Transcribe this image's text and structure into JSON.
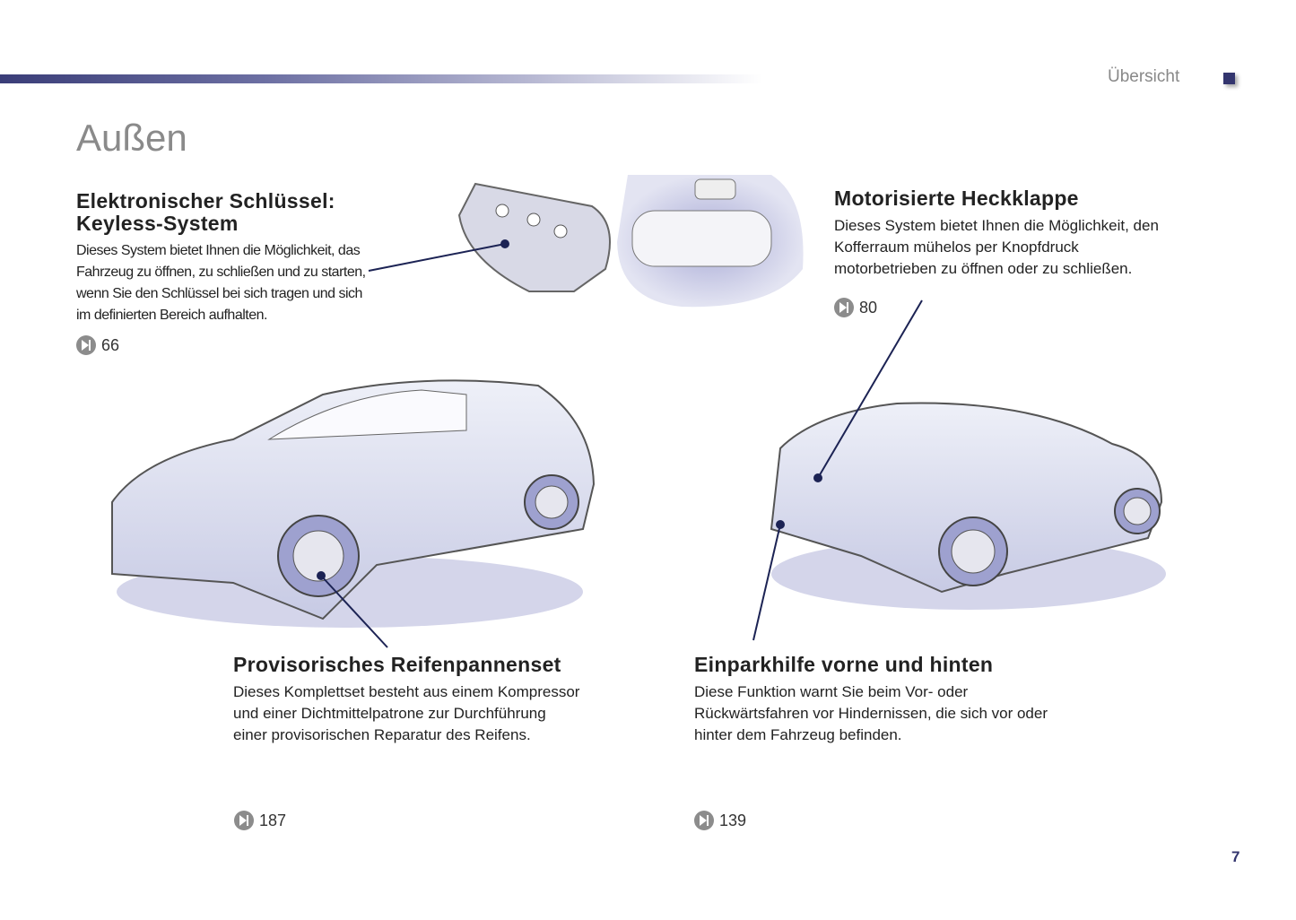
{
  "header": {
    "section": "Übersicht",
    "title": "Außen"
  },
  "blocks": [
    {
      "title_line1": "Elektronischer Schlüssel:",
      "title_line2": "Keyless-System",
      "text": "Dieses System bietet Ihnen die Möglichkeit, das Fahrzeug zu öffnen, zu schließen und zu starten, wenn Sie den Schlüssel bei sich tragen und sich im definierten Bereich aufhalten.",
      "ref": "66"
    },
    {
      "title": "Motorisierte Heckklappe",
      "text": "Dieses System bietet Ihnen die Möglichkeit, den Kofferraum mühelos per Knopfdruck motorbetrieben zu öffnen oder zu schließen.",
      "ref": "80"
    },
    {
      "title": "Provisorisches Reifenpannenset",
      "text": "Dieses Komplettset besteht aus einem Kompressor und einer Dichtmittelpatrone zur Durchführung einer provisorischen Reparatur des Reifens.",
      "ref": "187"
    },
    {
      "title": "Einparkhilfe vorne und hinten",
      "text": "Diese Funktion warnt Sie beim Vor- oder Rückwärtsfahren vor Hindernissen, die sich vor oder hinter dem Fahrzeug befinden.",
      "ref": "139"
    }
  ],
  "page_number": "7",
  "icons": {
    "ref": "page-reference-icon"
  },
  "colors": {
    "accent": "#33356e",
    "title_gray": "#8a8a8a"
  }
}
